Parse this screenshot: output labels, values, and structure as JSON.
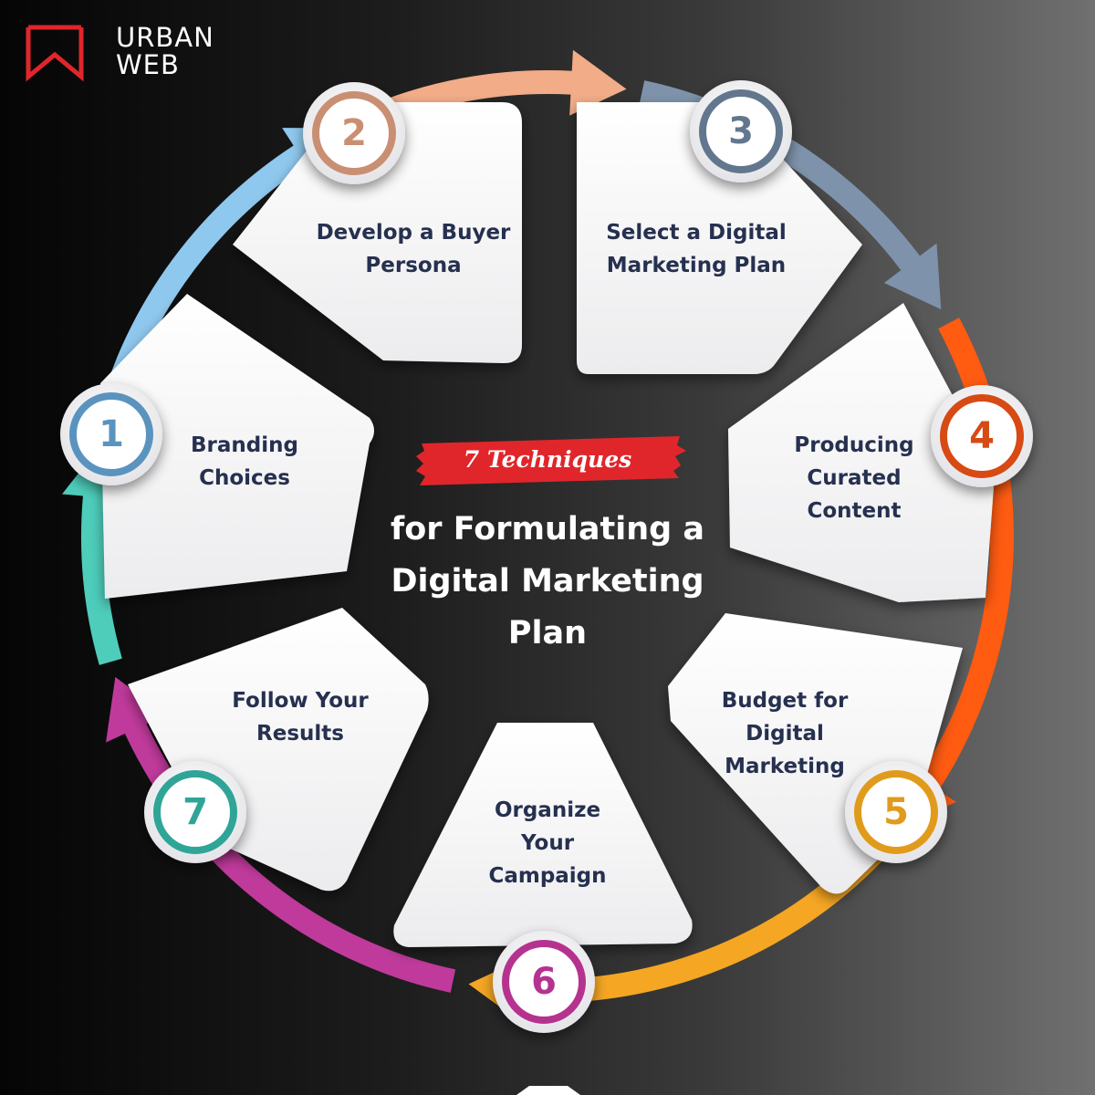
{
  "brand": {
    "line1": "URBAN",
    "line2": "WEB",
    "accent": "#e0262b"
  },
  "banner": {
    "text": "7 Techniques",
    "color": "#e0262b"
  },
  "center_title": {
    "lines": [
      "for Formulating a",
      "Digital Marketing",
      "Plan"
    ]
  },
  "steps": [
    {
      "number": "1",
      "label": "Branding Choices",
      "color": "#5b93bf",
      "arrow_color": "#8fc8ee"
    },
    {
      "number": "2",
      "label": "Develop a Buyer Persona",
      "color": "#c98f72",
      "arrow_color": "#f2ac88"
    },
    {
      "number": "3",
      "label": "Select a Digital Marketing Plan",
      "color": "#62778e",
      "arrow_color": "#7e93ab"
    },
    {
      "number": "4",
      "label": "Producing Curated Content",
      "color": "#d74a14",
      "arrow_color": "#ff5b11"
    },
    {
      "number": "5",
      "label": "Budget for Digital Marketing",
      "color": "#e19b1c",
      "arrow_color": "#f5a623"
    },
    {
      "number": "6",
      "label": "Organize Your Campaign",
      "color": "#b5338f",
      "arrow_color": "#c03a9c"
    },
    {
      "number": "7",
      "label": "Follow Your Results",
      "color": "#2fa597",
      "arrow_color": "#4ecdbb"
    }
  ]
}
